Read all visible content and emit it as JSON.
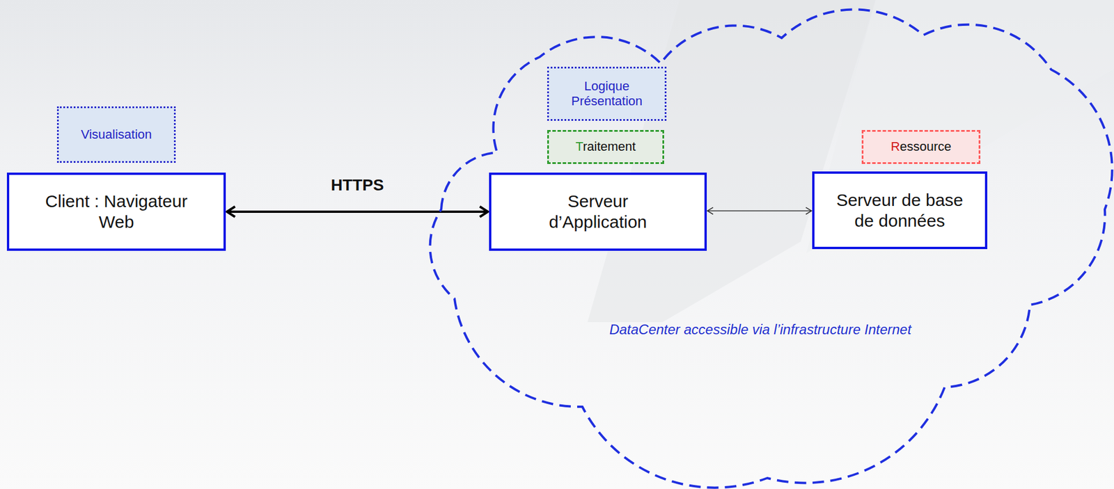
{
  "diagram": {
    "nodes": [
      {
        "text": [
          "Visualisation"
        ]
      },
      {
        "text": [
          "Client : Navigateur Web"
        ]
      },
      {
        "text": [
          "DataCenter accessible via l’infrastructure Internet"
        ]
      },
      {
        "text": [
          "Logique Présentation"
        ],
        "in": 2
      },
      {
        "text": [
          "Traitement"
        ],
        "in": 2
      },
      {
        "text": [
          "Serveur d’Application"
        ],
        "in": 2
      },
      {
        "text": [
          "Ressource"
        ],
        "in": 2
      },
      {
        "text": [
          "Serveur de base de données"
        ],
        "in": 2
      }
    ],
    "edges": [
      {
        "from": 1,
        "to": 5,
        "label": "HTTPS",
        "arrow": "both"
      },
      {
        "from": 5,
        "to": 7,
        "arrow": "both"
      }
    ]
  }
}
